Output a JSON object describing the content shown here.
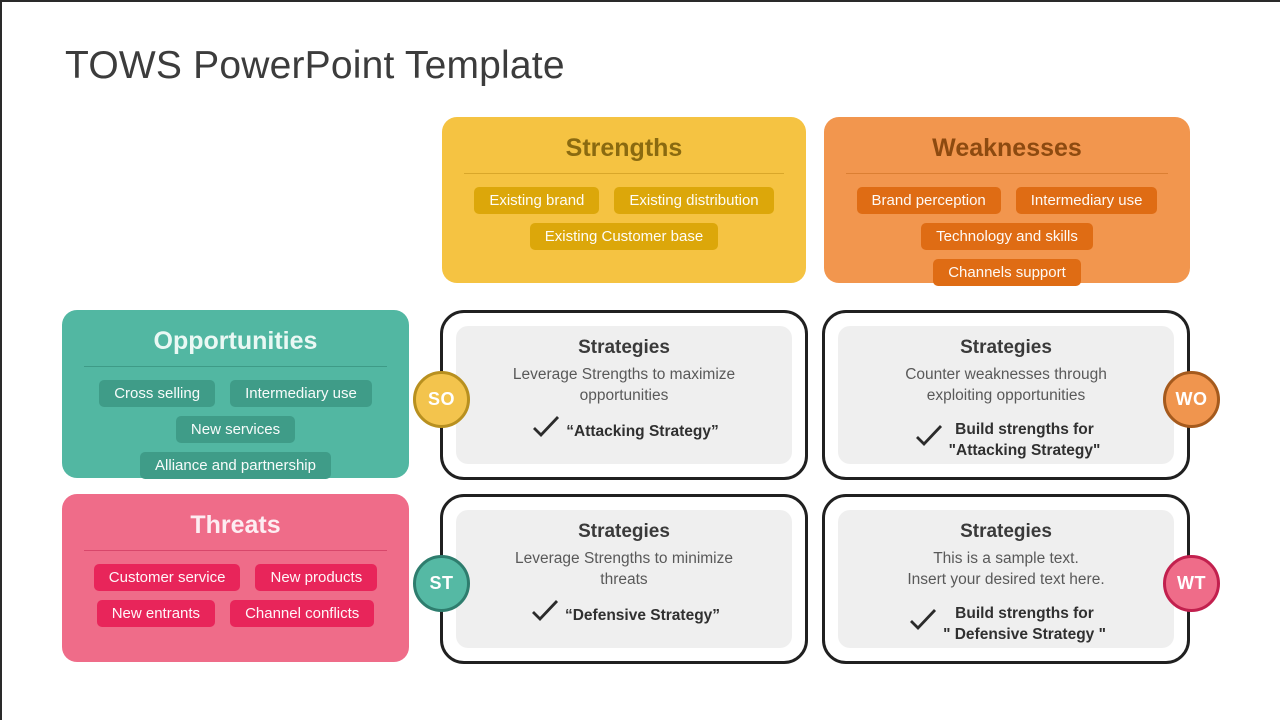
{
  "page": {
    "title": "TOWS PowerPoint Template"
  },
  "palette": {
    "strengths": "#F5C342",
    "strengths_pill": "#DCA70A",
    "weaknesses": "#F2964E",
    "weaknesses_pill": "#DF6C14",
    "opportunities": "#52B7A2",
    "opportunities_pill": "#3F9C88",
    "threats": "#EF6C89",
    "threats_pill": "#E8255A",
    "strategy_border": "#202020",
    "strategy_panel": "#EFEFEF"
  },
  "quadrants": {
    "strengths": {
      "title": "Strengths",
      "items": [
        "Existing brand",
        "Existing distribution",
        "Existing Customer base"
      ]
    },
    "weaknesses": {
      "title": "Weaknesses",
      "items": [
        "Brand perception",
        "Intermediary use",
        "Technology and skills",
        "Channels support"
      ]
    },
    "opportunities": {
      "title": "Opportunities",
      "items": [
        "Cross selling",
        "Intermediary use",
        "New services",
        "Alliance and partnership"
      ]
    },
    "threats": {
      "title": "Threats",
      "items": [
        "Customer service",
        "New products",
        "New entrants",
        "Channel conflicts"
      ]
    }
  },
  "strategies": {
    "so": {
      "badge": "SO",
      "title": "Strategies",
      "desc_lines": [
        "Leverage Strengths to maximize",
        "opportunities"
      ],
      "tag_lines": [
        "“Attacking Strategy”"
      ]
    },
    "wo": {
      "badge": "WO",
      "title": "Strategies",
      "desc_lines": [
        "Counter weaknesses through",
        "exploiting opportunities"
      ],
      "tag_lines": [
        "Build strengths for",
        "\"Attacking Strategy\""
      ]
    },
    "st": {
      "badge": "ST",
      "title": "Strategies",
      "desc_lines": [
        "Leverage Strengths to minimize",
        "threats"
      ],
      "tag_lines": [
        "“Defensive Strategy”"
      ]
    },
    "wt": {
      "badge": "WT",
      "title": "Strategies",
      "desc_lines": [
        "This is a sample text.",
        "Insert your desired text here."
      ],
      "tag_lines": [
        "Build strengths for",
        "\" Defensive Strategy \""
      ]
    }
  }
}
